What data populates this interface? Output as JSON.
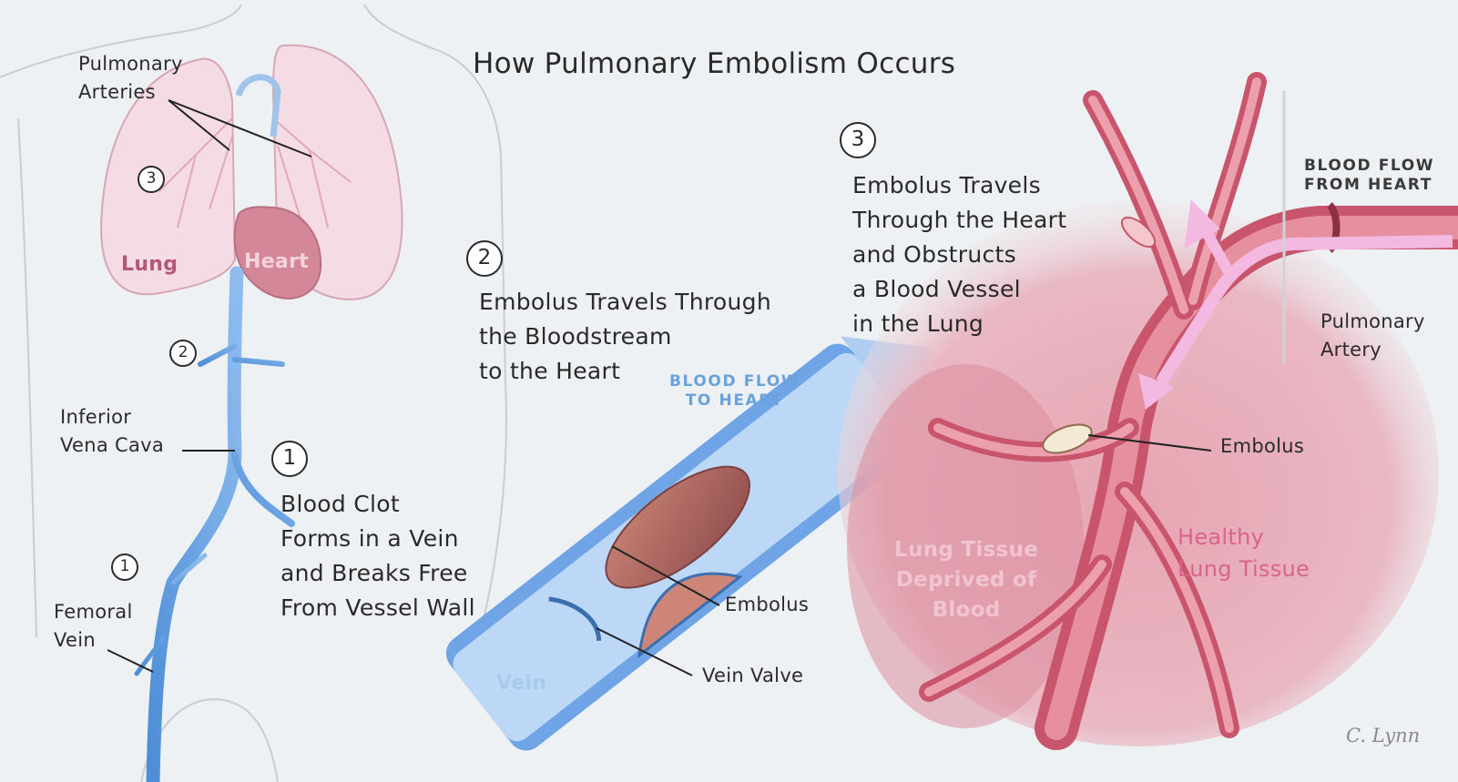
{
  "title": "How Pulmonary Embolism Occurs",
  "anatomy_labels": {
    "pulmonary_arteries": "Pulmonary\nArteries",
    "lung": "Lung",
    "heart": "Heart",
    "inferior_vena_cava": "Inferior\nVena Cava",
    "femoral_vein": "Femoral\nVein"
  },
  "body_markers": [
    "3",
    "2",
    "1"
  ],
  "steps": [
    {
      "number": "1",
      "text": "Blood Clot\nForms in a Vein\nand Breaks Free\nFrom Vessel Wall"
    },
    {
      "number": "2",
      "text": "Embolus Travels Through\nthe Bloodstream\nto the Heart"
    },
    {
      "number": "3",
      "text": "Embolus Travels\nThrough the Heart\nand Obstructs\na Blood Vessel\nin the Lung"
    }
  ],
  "vein_detail": {
    "flow_label": "BLOOD FLOW\nTO HEART",
    "embolus_label": "Embolus",
    "valve_label": "Vein Valve",
    "vein_label": "Vein"
  },
  "lung_detail": {
    "flow_label": "BLOOD FLOW\nFROM HEART",
    "artery_label": "Pulmonary\nArtery",
    "embolus_label": "Embolus",
    "deprived_label": "Lung Tissue\nDeprived of\nBlood",
    "healthy_label": "Healthy\nLung Tissue"
  },
  "signature": "C. Lynn",
  "colors": {
    "background": "#eef1f3",
    "vein_blue": "#6ba6e6",
    "vessel_red": "#c8556b",
    "lung_pink": "#f5dbe3",
    "tissue_pink": "#dd8d9e"
  }
}
